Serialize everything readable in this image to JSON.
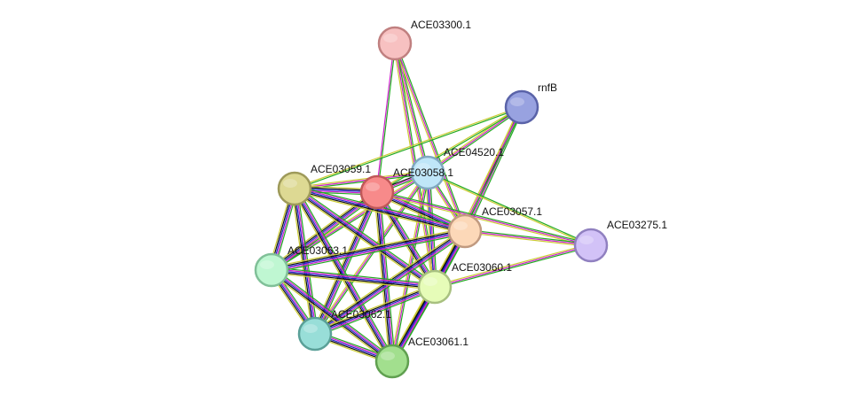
{
  "network": {
    "nodes": [
      {
        "id": "ACE03300.1",
        "label": "ACE03300.1",
        "fill": "#f7c1c1",
        "stroke": "#c08080"
      },
      {
        "id": "rnfB",
        "label": "rnfB",
        "fill": "#98a2e0",
        "stroke": "#5a63a8"
      },
      {
        "id": "ACE04520.1",
        "label": "ACE04520.1",
        "fill": "#bfe6f8",
        "stroke": "#80a8c0"
      },
      {
        "id": "ACE03058.1",
        "label": "ACE03058.1",
        "fill": "#f78a8a",
        "stroke": "#c05858"
      },
      {
        "id": "ACE03059.1",
        "label": "ACE03059.1",
        "fill": "#ddd993",
        "stroke": "#9e9a5a"
      },
      {
        "id": "ACE03057.1",
        "label": "ACE03057.1",
        "fill": "#fcd8b8",
        "stroke": "#c09a80"
      },
      {
        "id": "ACE03275.1",
        "label": "ACE03275.1",
        "fill": "#d2c2f7",
        "stroke": "#9080c0"
      },
      {
        "id": "ACE03063.1",
        "label": "ACE03063.1",
        "fill": "#bff7d2",
        "stroke": "#80c098"
      },
      {
        "id": "ACE03060.1",
        "label": "ACE03060.1",
        "fill": "#e6fcb8",
        "stroke": "#a8c080"
      },
      {
        "id": "ACE03062.1",
        "label": "ACE03062.1",
        "fill": "#98ded8",
        "stroke": "#5aa098"
      },
      {
        "id": "ACE03061.1",
        "label": "ACE03061.1",
        "fill": "#a2df8e",
        "stroke": "#60a050"
      }
    ],
    "edges": [
      {
        "a": "ACE03300.1",
        "b": "ACE04520.1",
        "colors": [
          "#22aa22",
          "#cc22cc",
          "#cccc33"
        ]
      },
      {
        "a": "ACE03300.1",
        "b": "ACE03058.1",
        "colors": [
          "#22aa22",
          "#cc22cc"
        ]
      },
      {
        "a": "ACE03300.1",
        "b": "ACE03057.1",
        "colors": [
          "#22aa22",
          "#cc22cc",
          "#cccc33"
        ]
      },
      {
        "a": "ACE03300.1",
        "b": "ACE03060.1",
        "colors": [
          "#22aa22",
          "#cc22cc",
          "#cccc33"
        ]
      },
      {
        "a": "rnfB",
        "b": "ACE04520.1",
        "colors": [
          "#22aa22",
          "#cc22cc",
          "#cccc33"
        ]
      },
      {
        "a": "rnfB",
        "b": "ACE03059.1",
        "colors": [
          "#22aa22",
          "#cccc33"
        ]
      },
      {
        "a": "rnfB",
        "b": "ACE03058.1",
        "colors": [
          "#22aa22",
          "#cccc33"
        ]
      },
      {
        "a": "rnfB",
        "b": "ACE03057.1",
        "colors": [
          "#22aa22",
          "#cc22cc",
          "#111111",
          "#cccc33"
        ]
      },
      {
        "a": "rnfB",
        "b": "ACE03060.1",
        "colors": [
          "#22aa22",
          "#cc22cc",
          "#cccc33"
        ]
      },
      {
        "a": "ACE04520.1",
        "b": "ACE03058.1",
        "colors": [
          "#22aa22",
          "#cc22cc",
          "#111111"
        ]
      },
      {
        "a": "ACE04520.1",
        "b": "ACE03059.1",
        "colors": [
          "#22aa22",
          "#cc22cc",
          "#cccc33"
        ]
      },
      {
        "a": "ACE04520.1",
        "b": "ACE03057.1",
        "colors": [
          "#22aa22",
          "#cc22cc",
          "#cccc33"
        ]
      },
      {
        "a": "ACE04520.1",
        "b": "ACE03275.1",
        "colors": [
          "#22aa22",
          "#cccc33"
        ]
      },
      {
        "a": "ACE04520.1",
        "b": "ACE03063.1",
        "colors": [
          "#22aa22",
          "#cc22cc",
          "#cccc33"
        ]
      },
      {
        "a": "ACE04520.1",
        "b": "ACE03060.1",
        "colors": [
          "#22aa22",
          "#cc22cc",
          "#2222cc",
          "#cccc33"
        ]
      },
      {
        "a": "ACE04520.1",
        "b": "ACE03062.1",
        "colors": [
          "#22aa22",
          "#cc22cc",
          "#cccc33"
        ]
      },
      {
        "a": "ACE04520.1",
        "b": "ACE03061.1",
        "colors": [
          "#22aa22",
          "#cc22cc",
          "#cccc33"
        ]
      },
      {
        "a": "ACE03058.1",
        "b": "ACE03059.1",
        "colors": [
          "#22aa22",
          "#cc22cc",
          "#2222cc",
          "#111111",
          "#cccc33"
        ]
      },
      {
        "a": "ACE03058.1",
        "b": "ACE03057.1",
        "colors": [
          "#22aa22",
          "#cc22cc",
          "#2222cc",
          "#111111",
          "#cccc33"
        ]
      },
      {
        "a": "ACE03058.1",
        "b": "ACE03275.1",
        "colors": [
          "#22aa22",
          "#cc22cc",
          "#cccc33"
        ]
      },
      {
        "a": "ACE03058.1",
        "b": "ACE03063.1",
        "colors": [
          "#22aa22",
          "#cc22cc",
          "#2222cc",
          "#111111",
          "#cccc33"
        ]
      },
      {
        "a": "ACE03058.1",
        "b": "ACE03060.1",
        "colors": [
          "#22aa22",
          "#cc22cc",
          "#2222cc",
          "#111111",
          "#cccc33"
        ]
      },
      {
        "a": "ACE03058.1",
        "b": "ACE03062.1",
        "colors": [
          "#22aa22",
          "#cc22cc",
          "#2222cc",
          "#111111",
          "#cccc33"
        ]
      },
      {
        "a": "ACE03058.1",
        "b": "ACE03061.1",
        "colors": [
          "#22aa22",
          "#cc22cc",
          "#2222cc",
          "#111111",
          "#cccc33"
        ]
      },
      {
        "a": "ACE03059.1",
        "b": "ACE03057.1",
        "colors": [
          "#22aa22",
          "#cc22cc",
          "#2222cc",
          "#111111",
          "#cccc33"
        ]
      },
      {
        "a": "ACE03059.1",
        "b": "ACE03063.1",
        "colors": [
          "#22aa22",
          "#cc22cc",
          "#2222cc",
          "#111111",
          "#cccc33"
        ]
      },
      {
        "a": "ACE03059.1",
        "b": "ACE03060.1",
        "colors": [
          "#22aa22",
          "#cc22cc",
          "#2222cc",
          "#111111",
          "#cccc33"
        ]
      },
      {
        "a": "ACE03059.1",
        "b": "ACE03062.1",
        "colors": [
          "#22aa22",
          "#cc22cc",
          "#2222cc",
          "#111111",
          "#cccc33"
        ]
      },
      {
        "a": "ACE03059.1",
        "b": "ACE03061.1",
        "colors": [
          "#22aa22",
          "#cc22cc",
          "#2222cc",
          "#111111",
          "#cccc33"
        ]
      },
      {
        "a": "ACE03057.1",
        "b": "ACE03275.1",
        "colors": [
          "#22aa22",
          "#cc22cc",
          "#cccc33"
        ]
      },
      {
        "a": "ACE03057.1",
        "b": "ACE03063.1",
        "colors": [
          "#22aa22",
          "#cc22cc",
          "#2222cc",
          "#111111",
          "#cccc33"
        ]
      },
      {
        "a": "ACE03057.1",
        "b": "ACE03060.1",
        "colors": [
          "#22aa22",
          "#cc22cc",
          "#2222cc",
          "#111111",
          "#cccc33"
        ]
      },
      {
        "a": "ACE03057.1",
        "b": "ACE03062.1",
        "colors": [
          "#22aa22",
          "#cc22cc",
          "#2222cc",
          "#111111",
          "#cccc33"
        ]
      },
      {
        "a": "ACE03057.1",
        "b": "ACE03061.1",
        "colors": [
          "#22aa22",
          "#cc22cc",
          "#2222cc",
          "#111111",
          "#cccc33"
        ]
      },
      {
        "a": "ACE03275.1",
        "b": "ACE03060.1",
        "colors": [
          "#22aa22",
          "#cc22cc",
          "#cccc33"
        ]
      },
      {
        "a": "ACE03063.1",
        "b": "ACE03060.1",
        "colors": [
          "#22aa22",
          "#cc22cc",
          "#2222cc",
          "#111111",
          "#cccc33"
        ]
      },
      {
        "a": "ACE03063.1",
        "b": "ACE03062.1",
        "colors": [
          "#22aa22",
          "#cc22cc",
          "#2222cc",
          "#111111",
          "#cccc33"
        ]
      },
      {
        "a": "ACE03063.1",
        "b": "ACE03061.1",
        "colors": [
          "#22aa22",
          "#cc22cc",
          "#2222cc",
          "#111111",
          "#cccc33"
        ]
      },
      {
        "a": "ACE03060.1",
        "b": "ACE03062.1",
        "colors": [
          "#22aa22",
          "#cc22cc",
          "#2222cc",
          "#111111",
          "#cccc33"
        ]
      },
      {
        "a": "ACE03060.1",
        "b": "ACE03061.1",
        "colors": [
          "#22aa22",
          "#cc22cc",
          "#2222cc",
          "#111111",
          "#cccc33"
        ]
      },
      {
        "a": "ACE03062.1",
        "b": "ACE03061.1",
        "colors": [
          "#22aa22",
          "#cc22cc",
          "#2222cc",
          "#111111",
          "#cccc33"
        ]
      }
    ]
  }
}
